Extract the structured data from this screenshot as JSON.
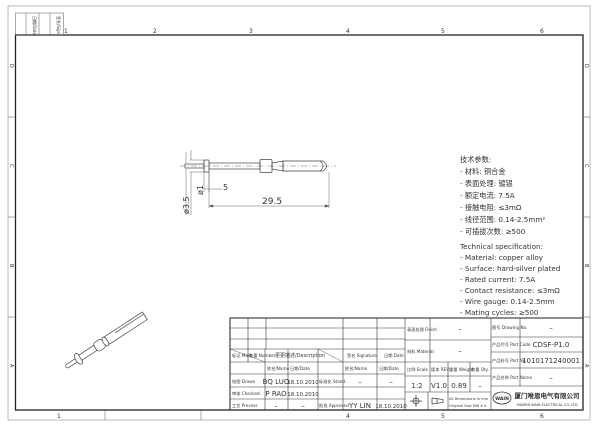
{
  "frame": {
    "columns_top": [
      "1",
      "2",
      "3",
      "4",
      "5",
      "6"
    ],
    "columns_bottom": [
      "1",
      "4",
      "5",
      "6"
    ],
    "rows_side": [
      "D",
      "C",
      "B",
      "A"
    ],
    "corner_labels": [
      "日期/Date",
      "签名/Sign"
    ]
  },
  "drawing": {
    "dim_overall": "29.5",
    "dim_tip_length": "5",
    "dim_tip_dia": "ø1",
    "dim_body_dia": "ø3.5"
  },
  "spec_cn": {
    "title": "技术参数:",
    "items": [
      "- 材料: 铜合金",
      "- 表面处理: 镀银",
      "- 额定电流: 7.5A",
      "- 接触电阻: ≤3mΩ",
      "- 线径范围: 0.14-2.5mm²",
      "- 可插拔次数: ≥500"
    ]
  },
  "spec_en": {
    "title": "Technical specification:",
    "items": [
      "- Material: copper alloy",
      "- Surface: hard-silver plated",
      "- Rated current: 7.5A",
      "- Contact resistance: ≤3mΩ",
      "- Wire gauge: 0.14-2.5mm",
      "- Mating cycles: ≥500"
    ]
  },
  "title_block": {
    "mark": "标记 Mark",
    "number": "数量 Number",
    "description": "更更描述/Description",
    "signature": "签名 Signature",
    "date": "日期 Date",
    "name_hdr": "姓名/Name",
    "date_hdr": "日期/Date",
    "drawn_label": "绘图 Drawn",
    "drawn_name": "BQ LUO",
    "drawn_date": "18.10.2010",
    "stand_label": "标准化 Stand.",
    "stand_name": "–",
    "stand_date": "–",
    "checked_label": "审核 Checked",
    "checked_name": "P RAO",
    "checked_date": "18.10.2010",
    "process_label": "工艺 Process",
    "process_name": "–",
    "process_date": "–",
    "approved_label": "批准 Approved",
    "approved_name": "YY LIN",
    "approved_date": "18.10.2010",
    "finish_label": "表面处理 Finish",
    "finish_value": "–",
    "material_label": "材料 Material",
    "material_value": "–",
    "scale_label": "比例 Scale",
    "scale_value": "1:2",
    "rev_label": "版本 REV.",
    "rev_value": "V1.0",
    "weight_label": "重量 Weight",
    "weight_value": "0.89",
    "qty_label": "数量 Qty.",
    "qty_value": "–",
    "dims_note_1": "All Dimensions in mm",
    "dims_note_2": "Original Size DIN A 4",
    "drawing_no_label": "图号 Drawing No.",
    "drawing_no_value": "–",
    "part_code_label": "产品代号 Part Code",
    "part_code_value": "CDSF-P1.0",
    "part_no_label": "产品料号 Part No.",
    "part_no_value": "1010171240001",
    "part_name_label": "产品名称 Part Name",
    "part_name_value": "–",
    "logo_text": "WAIN",
    "company_cn": "厦门唯恩电气有限公司",
    "company_en": "XIAMEN WAIN ELECTRICAL CO.,LTD"
  }
}
